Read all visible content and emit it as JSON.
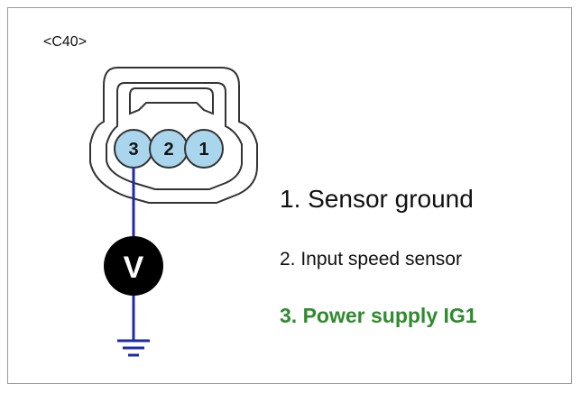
{
  "connector": {
    "id": "<C40>",
    "pins": [
      {
        "label": "3"
      },
      {
        "label": "2"
      },
      {
        "label": "1"
      }
    ]
  },
  "meter": {
    "label": "V"
  },
  "legend": [
    {
      "text": "1. Sensor ground"
    },
    {
      "text": "2. Input speed sensor"
    },
    {
      "text": "3. Power supply IG1",
      "color": "#2e8b2e"
    }
  ],
  "colors": {
    "pin_fill": "#a9d6ec",
    "wire": "#1f2aa8",
    "meter_fill": "#000000",
    "highlight": "#2e8b2e"
  }
}
